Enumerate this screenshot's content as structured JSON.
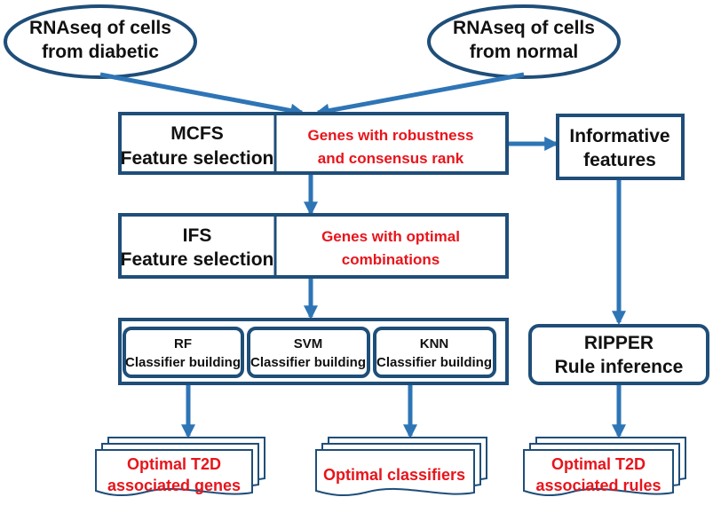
{
  "colors": {
    "stroke": "#1f4e79",
    "arrow": "#2e75b6",
    "red_text": "#e8141b",
    "black_text": "#111111"
  },
  "inputs": {
    "diabetic": {
      "line1": "RNAseq of cells",
      "line2": "from diabetic"
    },
    "normal": {
      "line1": "RNAseq of cells",
      "line2": "from normal"
    }
  },
  "mcfs": {
    "title_line1": "MCFS",
    "title_line2": "Feature selection",
    "result_line1": "Genes with robustness",
    "result_line2": "and consensus rank"
  },
  "informative": {
    "line1": "Informative",
    "line2": "features"
  },
  "ifs": {
    "title_line1": "IFS",
    "title_line2": "Feature selection",
    "result_line1": "Genes with optimal",
    "result_line2": "combinations"
  },
  "classifiers": [
    {
      "name": "RF",
      "task": "Classifier building"
    },
    {
      "name": "SVM",
      "task": "Classifier building"
    },
    {
      "name": "KNN",
      "task": "Classifier building"
    }
  ],
  "ripper": {
    "line1": "RIPPER",
    "line2": "Rule inference"
  },
  "outputs": {
    "genes": {
      "line1": "Optimal T2D",
      "line2": "associated genes"
    },
    "classifiers": {
      "line1": "Optimal classifiers"
    },
    "rules": {
      "line1": "Optimal T2D",
      "line2": "associated rules"
    }
  }
}
